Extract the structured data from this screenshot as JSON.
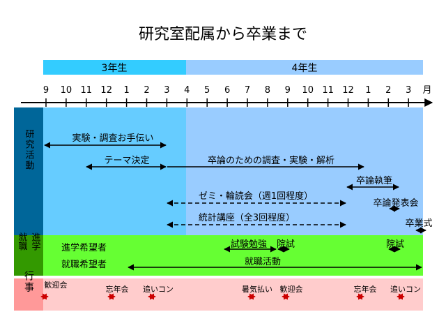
{
  "title": "研究室配属から卒業まで",
  "years": [
    {
      "label": "3年生",
      "color": "#33ccff"
    },
    {
      "label": "4年生",
      "color": "#99ccff"
    }
  ],
  "months": [
    "9",
    "10",
    "11",
    "12",
    "1",
    "2",
    "3",
    "4",
    "5",
    "6",
    "7",
    "8",
    "9",
    "10",
    "11",
    "12",
    "1",
    "2",
    "3"
  ],
  "month_unit": "月",
  "sections": {
    "research": {
      "label": "研究活動",
      "color": "#006699"
    },
    "career": {
      "label_1": "就職",
      "label_2": "進学",
      "color": "#339900"
    },
    "events": {
      "label": "行事",
      "color": "#ff9999",
      "text_color": "#cc0000"
    }
  },
  "background_colors": {
    "third_year": "#66ccff",
    "fourth_year": "#99ccff",
    "career": "#66ff33",
    "events": "#ffcccc"
  },
  "research_items": [
    {
      "label": "実験・調査お手伝い",
      "style": "solid"
    },
    {
      "label": "テーマ決定",
      "style": "solid"
    },
    {
      "label": "卒論のための調査・実験・解析",
      "style": "solid"
    },
    {
      "label": "卒論執筆",
      "style": "solid"
    },
    {
      "label": "ゼミ・輪読会（週1回程度）",
      "style": "dashed"
    },
    {
      "label": "卒論発表会",
      "style": "solid"
    },
    {
      "label": "統計講座（全3回程度）",
      "style": "dashed"
    },
    {
      "label": "卒業式",
      "style": "solid"
    }
  ],
  "career_rows": [
    {
      "label": "進学希望者",
      "items": [
        "試験勉強",
        "院試",
        "院試"
      ]
    },
    {
      "label": "就職希望者",
      "items": [
        "就職活動"
      ]
    }
  ],
  "events": [
    "歓迎会",
    "忘年会",
    "追いコン",
    "暑気払い",
    "歓迎会",
    "忘年会",
    "追いコン"
  ]
}
